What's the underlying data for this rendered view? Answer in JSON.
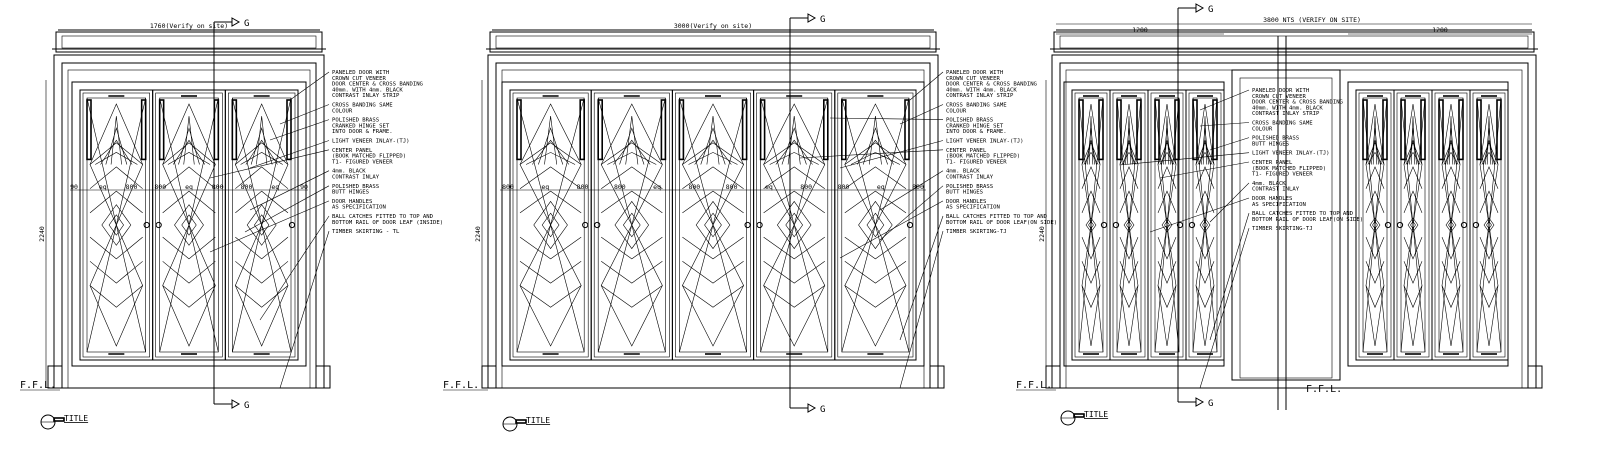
{
  "elevations": [
    {
      "width_dim": "1760(Verify on site)",
      "height_dim": "2240",
      "leaves": 3,
      "section_mark": "G",
      "ffl": "F.F.L.",
      "title": "TITLE",
      "eq_labels": [
        "90",
        "eq",
        "800",
        "800",
        "eq",
        "800",
        "800",
        "eq",
        "90"
      ],
      "notes": [
        [
          "PANELED DOOR WITH",
          "CROWN CUT VENEER",
          "DOOR CENTER & CROSS BANDING",
          "40mm. WITH 4mm. BLACK",
          "CONTRAST INLAY STRIP"
        ],
        [
          "CROSS BANDING SAME",
          "COLOUR"
        ],
        [
          "POLISHED BRASS",
          "CRANKED HINGE SET",
          "INTO DOOR & FRAME."
        ],
        [
          "LIGHT VENEER INLAY-(TJ)"
        ],
        [
          "CENTER PANEL",
          "(BOOK MATCHED FLIPPED)",
          "T1- FIGURED VENEER"
        ],
        [
          "4mm. BLACK",
          "CONTRAST INLAY"
        ],
        [
          "POLISHED BRASS",
          "BUTT HINGES"
        ],
        [
          "DOOR HANDLES",
          "AS SPECIFICATION"
        ],
        [
          "BALL CATCHES FITTED TO TOP AND",
          "BOTTOM RAIL OF DOOR LEAF (INSIDE)"
        ],
        [
          "TIMBER SKIRTING - TL"
        ]
      ]
    },
    {
      "width_dim": "3000(Verify on site)",
      "height_dim": "2240",
      "leaves": 5,
      "section_mark": "G",
      "ffl": "F.F.L.",
      "title": "TITLE",
      "eq_labels": [
        "800",
        "eq",
        "800",
        "800",
        "eq",
        "800",
        "800",
        "eq",
        "800",
        "800",
        "eq",
        "800"
      ],
      "notes": [
        [
          "PANELED DOOR WITH",
          "CROWN CUT VENEER",
          "DOOR CENTER & CROSS BANDING",
          "40mm. WITH 4mm. BLACK",
          "CONTRAST INLAY STRIP"
        ],
        [
          "CROSS BANDING SAME",
          "COLOUR"
        ],
        [
          "POLISHED BRASS",
          "CRANKED HINGE SET",
          "INTO DOOR & FRAME."
        ],
        [
          "LIGHT VENEER INLAY-(TJ)"
        ],
        [
          "CENTER PANEL",
          "(BOOK MATCHED FLIPPED)",
          "T1- FIGURED VENEER"
        ],
        [
          "4mm. BLACK",
          "CONTRAST INLAY"
        ],
        [
          "POLISHED BRASS",
          "BUTT HINGES"
        ],
        [
          "DOOR HANDLES",
          "AS SPECIFICATION"
        ],
        [
          "BALL CATCHES FITTED TO TOP AND",
          "BOTTOM RAIL OF DOOR LEAF(ON SIDE)"
        ],
        [
          "TIMBER SKIRTING-TJ"
        ]
      ]
    },
    {
      "width_dim": "3800 NTS (VERIFY ON SITE)",
      "sub_dims": [
        "1200",
        "1200"
      ],
      "height_dim": "2240",
      "section_mark": "G",
      "ffl": "F.F.L.",
      "title": "TITLE",
      "notes": [
        [
          "PANELED DOOR WITH",
          "CROWN CUT VENEER",
          "DOOR CENTER & CROSS BANDING",
          "40mm. WITH 4mm. BLACK",
          "CONTRAST INLAY STRIP"
        ],
        [
          "CROSS BANDING SAME",
          "COLOUR"
        ],
        [
          "POLISHED BRASS",
          "BUTT HINGES"
        ],
        [
          "LIGHT VENEER INLAY-(TJ)"
        ],
        [
          "CENTER PANEL",
          "(BOOK MATCHED FLIPPED)",
          "T1- FIGURED VENEER"
        ],
        [
          "4mm. BLACK",
          "CONTRAST INLAY"
        ],
        [
          "DOOR HANDLES",
          "AS SPECIFICATION"
        ],
        [
          "BALL CATCHES FITTED TO TOP AND",
          "BOTTOM RAIL OF DOOR LEAF(ON SIDE)"
        ],
        [
          "TIMBER SKIRTING-TJ"
        ]
      ]
    }
  ]
}
